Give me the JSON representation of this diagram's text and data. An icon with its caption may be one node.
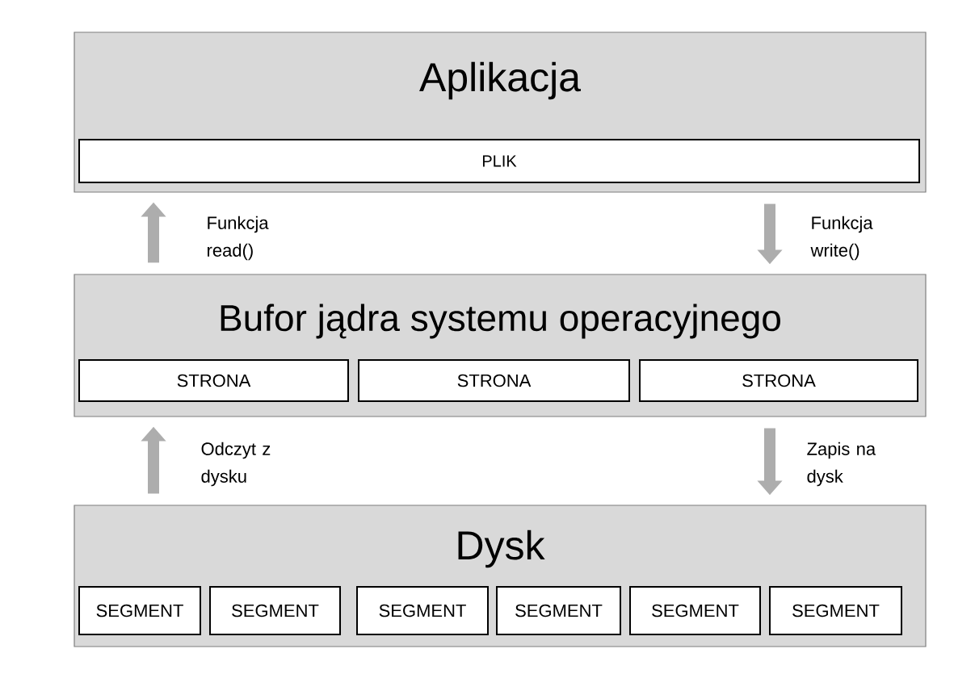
{
  "diagram": {
    "nodes": [
      {
        "text": [
          "Aplikacja"
        ]
      },
      {
        "text": [
          "PLIK"
        ],
        "in": 0
      },
      {
        "text": [
          "Bufor jądra systemu operacyjnego"
        ]
      },
      {
        "text": [
          "STRONA"
        ],
        "in": 2
      },
      {
        "text": [
          "STRONA"
        ],
        "in": 2
      },
      {
        "text": [
          "STRONA"
        ],
        "in": 2
      },
      {
        "text": [
          "Dysk"
        ]
      },
      {
        "text": [
          "SEGMENT"
        ],
        "in": 6
      },
      {
        "text": [
          "SEGMENT"
        ],
        "in": 6
      },
      {
        "text": [
          "SEGMENT"
        ],
        "in": 6
      },
      {
        "text": [
          "SEGMENT"
        ],
        "in": 6
      },
      {
        "text": [
          "SEGMENT"
        ],
        "in": 6
      },
      {
        "text": [
          "SEGMENT"
        ],
        "in": 6
      }
    ],
    "edges": [
      {
        "from": 2,
        "to": 0,
        "arrow": "to",
        "label": "Funkcja read()"
      },
      {
        "from": 0,
        "to": 2,
        "arrow": "to",
        "label": "Funkcja write()"
      },
      {
        "from": 6,
        "to": 2,
        "arrow": "to",
        "label": "Odczyt z dysku"
      },
      {
        "from": 2,
        "to": 6,
        "arrow": "to",
        "label": "Zapis na dysk"
      }
    ]
  }
}
